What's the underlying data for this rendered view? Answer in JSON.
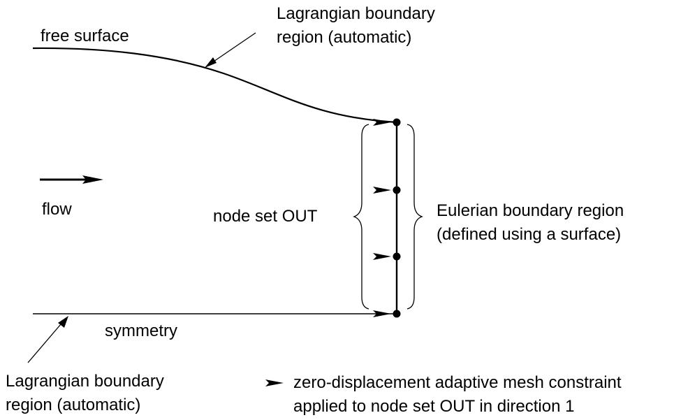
{
  "labels": {
    "free_surface": "free surface",
    "lagrangian_top_line1": "Lagrangian boundary",
    "lagrangian_top_line2": "region (automatic)",
    "flow": "flow",
    "node_set": "node set OUT",
    "eulerian_line1": "Eulerian boundary region",
    "eulerian_line2": "(defined using a surface)",
    "symmetry": "symmetry",
    "lagrangian_bottom_line1": "Lagrangian boundary",
    "lagrangian_bottom_line2": "region (automatic)",
    "legend_line1": "zero-displacement adaptive mesh constraint",
    "legend_line2": "applied to node set OUT in direction 1"
  }
}
